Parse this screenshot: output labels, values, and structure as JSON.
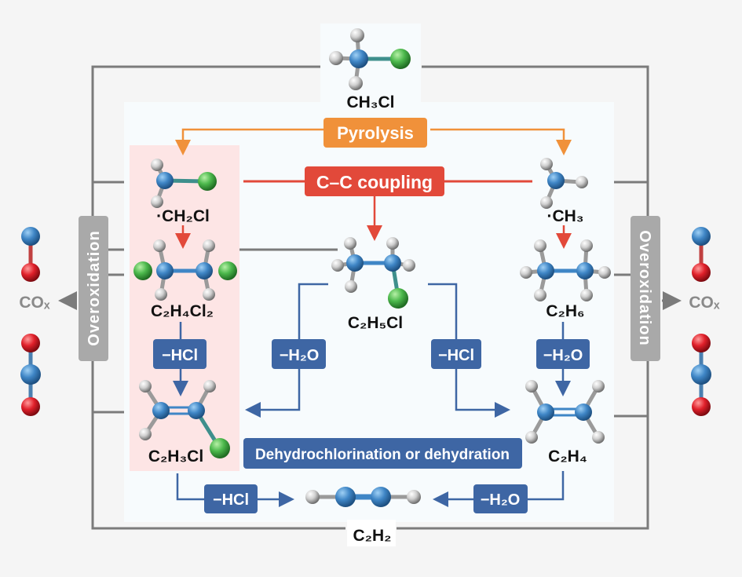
{
  "title_molecule": "CH₃Cl",
  "processes": {
    "pyrolysis": "Pyrolysis",
    "coupling": "C–C coupling",
    "dehydro": "Dehydrochlorination or dehydration",
    "overoxidation_left": "Overoxidation",
    "overoxidation_right": "Overoxidation"
  },
  "species": {
    "ch2cl": "·CH₂Cl",
    "ch3": "·CH₃",
    "c2h4cl2": "C₂H₄Cl₂",
    "c2h5cl": "C₂H₅Cl",
    "c2h6": "C₂H₆",
    "c2h3cl": "C₂H₃Cl",
    "c2h4": "C₂H₄",
    "c2h2": "C₂H₂",
    "cox_left": "COₓ",
    "cox_right": "COₓ"
  },
  "eliminations": {
    "c2h4cl2_hcl": "−HCl",
    "c2h5cl_h2o": "−H₂O",
    "c2h5cl_hcl": "−HCl",
    "c2h6_h2o": "−H₂O",
    "c2h3cl_hcl": "−HCl",
    "c2h4_h2o": "−H₂O"
  },
  "colors": {
    "pyrolysis": "#f0913a",
    "coupling": "#e2493a",
    "elimination": "#3e66a4",
    "overoxidation": "#a9a9a9",
    "carbon": "#3f86c6",
    "hydrogen": "#d8d8d8",
    "chlorine": "#4cb84c",
    "oxygen": "#e0202a"
  }
}
